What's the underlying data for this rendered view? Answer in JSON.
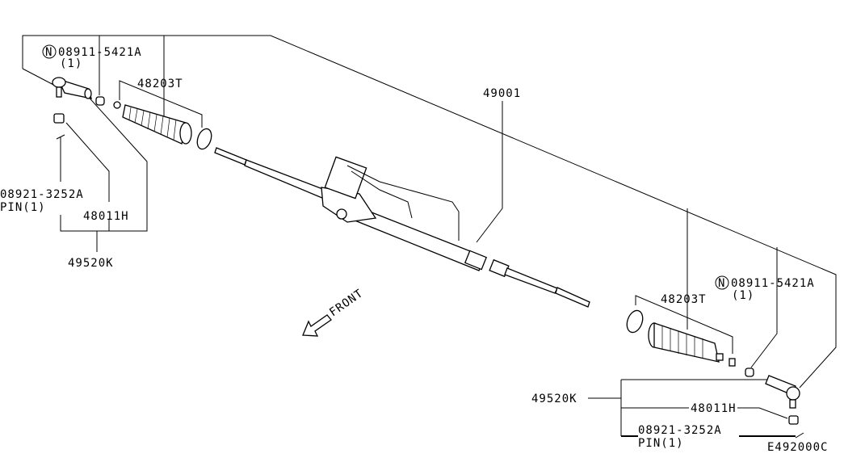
{
  "diagram": {
    "figure_code": "E492000C",
    "direction_label": "FRONT",
    "parts": {
      "gear_assembly": "49001",
      "boot_left": "48203T",
      "boot_right": "48203T",
      "nut_left": {
        "mark": "N",
        "number": "08911-5421A",
        "qty": "(1)"
      },
      "nut_right": {
        "mark": "N",
        "number": "08911-5421A",
        "qty": "(1)"
      },
      "pin_left": {
        "number": "08921-3252A",
        "name": "PIN(1)"
      },
      "pin_right": {
        "number": "08921-3252A",
        "name": "PIN(1)"
      },
      "socket_left": "48011H",
      "socket_right": "48011H",
      "tie_rod_end_left": "49520K",
      "tie_rod_end_right": "49520K"
    }
  }
}
